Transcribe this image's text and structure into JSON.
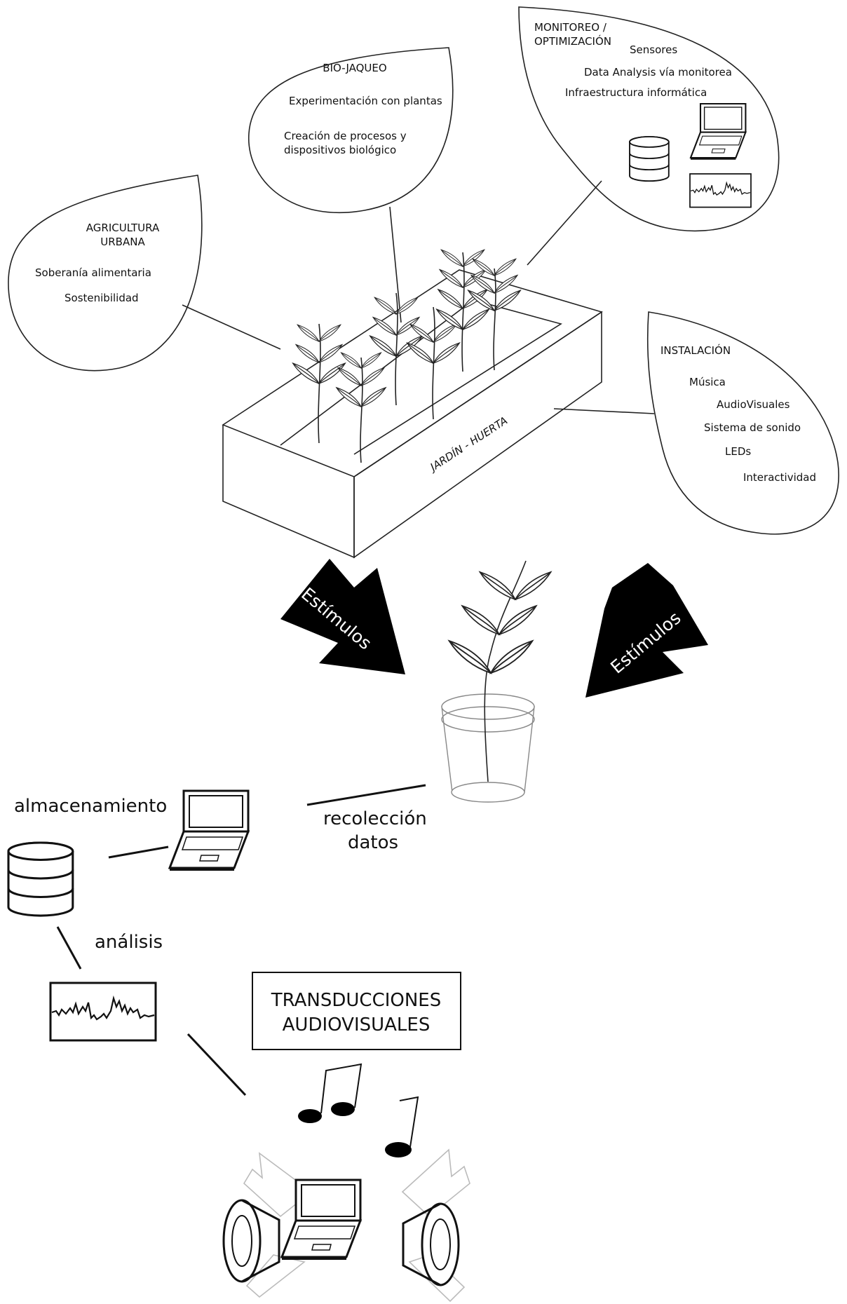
{
  "bubbles": {
    "agricultura": {
      "title_line1": "AGRICULTURA",
      "title_line2": "URBANA",
      "items": [
        "Soberanía alimentaria",
        "Sostenibilidad"
      ]
    },
    "biojaqueo": {
      "title": "BIO-JAQUEO",
      "items": [
        "Experimentación con plantas",
        "Creación de procesos y",
        "dispositivos biológico"
      ]
    },
    "monitoreo": {
      "title_line1": "MONITOREO /",
      "title_line2": "OPTIMIZACIÓN",
      "items": [
        "Sensores",
        "Data Analysis vía monitorea",
        "Infraestructura informática"
      ]
    },
    "instalacion": {
      "title": "INSTALACIÓN",
      "items": [
        "Música",
        "AudioVisuales",
        "Sistema de sonido",
        "LEDs",
        "Interactividad"
      ]
    }
  },
  "planter": {
    "label": "JARDÍN - HUERTA"
  },
  "stimuli": {
    "left": "Estímulos",
    "right": "Estímulos"
  },
  "flow": {
    "storage": "almacenamiento",
    "collection_line1": "recolección",
    "collection_line2": "datos",
    "analysis": "análisis",
    "transduction_line1": "TRANSDUCCIONES",
    "transduction_line2": "AUDIOVISUALES"
  },
  "icons": [
    "laptop-icon",
    "database-icon",
    "waveform-chart-icon",
    "music-notes-icon",
    "speaker-icon",
    "flower-pot-icon"
  ]
}
